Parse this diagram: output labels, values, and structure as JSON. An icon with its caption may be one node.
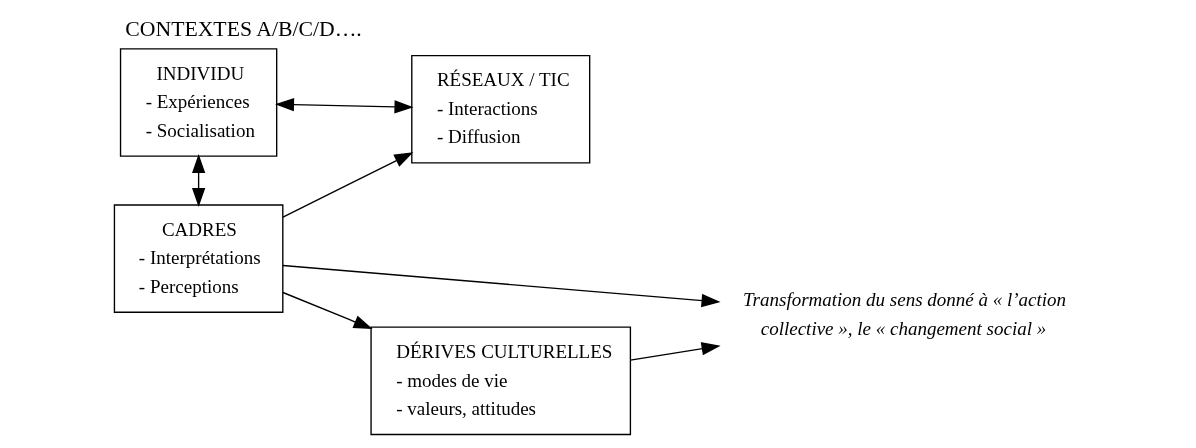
{
  "diagram": {
    "title": "CONTEXTES A/B/C/D….",
    "nodes": [
      {
        "text": [
          "INDIVIDU",
          "- Expériences",
          "- Socialisation"
        ]
      },
      {
        "text": [
          "RÉSEAUX / TIC",
          "- Interactions",
          "- Diffusion"
        ]
      },
      {
        "text": [
          "CADRES",
          "- Interprétations",
          "- Perceptions"
        ]
      },
      {
        "text": [
          "Transformation du sens donné à « l’action collective », le « changement social »"
        ]
      },
      {
        "text": [
          "DÉRIVES CULTURELLES",
          "- modes de vie",
          "- valeurs, attitudes"
        ]
      }
    ],
    "edges": [
      {
        "from": 0,
        "to": 1,
        "arrow": "both"
      },
      {
        "from": 0,
        "to": 2,
        "arrow": "both"
      },
      {
        "from": 2,
        "to": 1,
        "arrow": "to"
      },
      {
        "from": 2,
        "to": 3,
        "arrow": "to"
      },
      {
        "from": 2,
        "to": 4,
        "arrow": "to"
      },
      {
        "from": 4,
        "to": 3,
        "arrow": "to"
      }
    ]
  }
}
